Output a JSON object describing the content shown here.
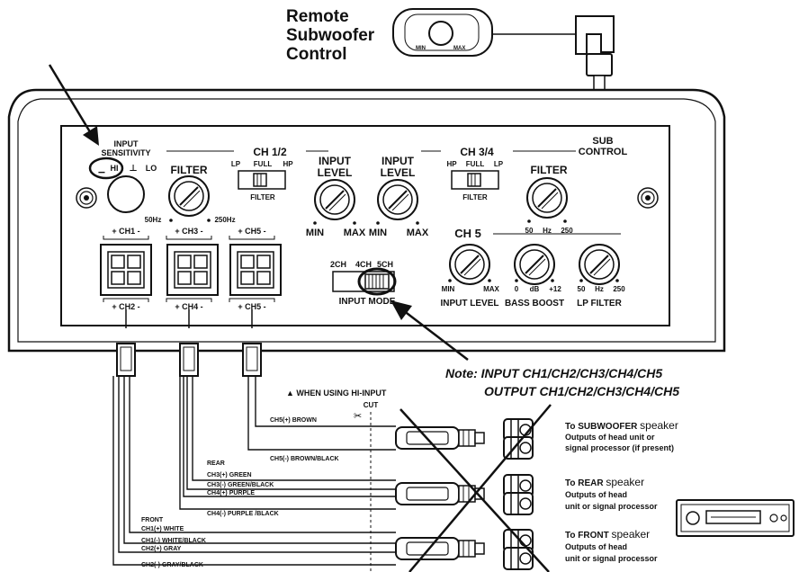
{
  "remote": {
    "title_line1": "Remote",
    "title_line2": "Subwoofer",
    "title_line3": "Control",
    "min": "MIN",
    "max": "MAX"
  },
  "panel": {
    "input_sensitivity_line1": "INPUT",
    "input_sensitivity_line2": "SENSITIVITY",
    "hi": "HI",
    "lo": "LO",
    "filter": "FILTER",
    "freq_50": "50Hz",
    "freq_250": "250Hz",
    "ch12": "CH 1/2",
    "ch12_lp": "LP",
    "ch12_full": "FULL",
    "ch12_hp": "HP",
    "ch12_filter": "FILTER",
    "input_level_line1": "INPUT",
    "input_level_line2": "LEVEL",
    "min": "MIN",
    "max": "MAX",
    "ch34": "CH 3/4",
    "ch34_hp": "HP",
    "ch34_full": "FULL",
    "ch34_lp": "LP",
    "ch34_filter": "FILTER",
    "sub_control_line1": "SUB",
    "sub_control_line2": "CONTROL",
    "ch34_freq_50": "50",
    "ch34_freq_hz": "Hz",
    "ch34_freq_250": "250",
    "ch1": "+ CH1 -",
    "ch2": "+ CH2 -",
    "ch3": "+ CH3 -",
    "ch4": "+ CH4 -",
    "ch5_top": "+ CH5 -",
    "ch5_bottom": "+ CH5 -",
    "mode_2ch": "2CH",
    "mode_4ch": "4CH",
    "mode_5ch": "5CH",
    "input_mode": "INPUT MODE",
    "ch5": "CH 5",
    "bass_0": "0",
    "bass_db": "dB",
    "bass_12": "+12",
    "lp_50": "50",
    "lp_hz": "Hz",
    "lp_250": "250",
    "input_level_bottom": "INPUT LEVEL",
    "bass_boost": "BASS BOOST",
    "lp_filter": "LP FILTER"
  },
  "note": {
    "line1": "Note: INPUT CH1/CH2/CH3/CH4/CH5",
    "line2": "OUTPUT CH1/CH2/CH3/CH4/CH5"
  },
  "wiring": {
    "when_using": "▲ WHEN USING HI-INPUT",
    "cut": "CUT",
    "ch5_pos": "CH5(+) BROWN",
    "ch5_neg": "CH5(-) BROWN/BLACK",
    "rear": "REAR",
    "ch3_pos": "CH3(+) GREEN",
    "ch3_neg": "CH3(-) GREEN/BLACK",
    "ch4_pos": "CH4(+) PURPLE",
    "ch4_neg": "CH4(-) PURPLE /BLACK",
    "front": "FRONT",
    "ch1_pos": "CH1(+) WHITE",
    "ch1_neg": "CH1(-) WHITE/BLACK",
    "ch2_pos": "CH2(+) GRAY",
    "ch2_neg": "CH2(-) GRAY/BLACK"
  },
  "destinations": {
    "sub_to": "To SUBWOOFER",
    "sub_speaker": "speaker",
    "sub_line2": "Outputs of head unit or",
    "sub_line3": "signal processor (if present)",
    "rear_to": "To REAR",
    "rear_speaker": "speaker",
    "rear_line2": "Outputs of head",
    "rear_line3": "unit or signal processor",
    "front_to": "To FRONT",
    "front_speaker": "speaker",
    "front_line2": "Outputs of head",
    "front_line3": "unit or signal processor"
  }
}
